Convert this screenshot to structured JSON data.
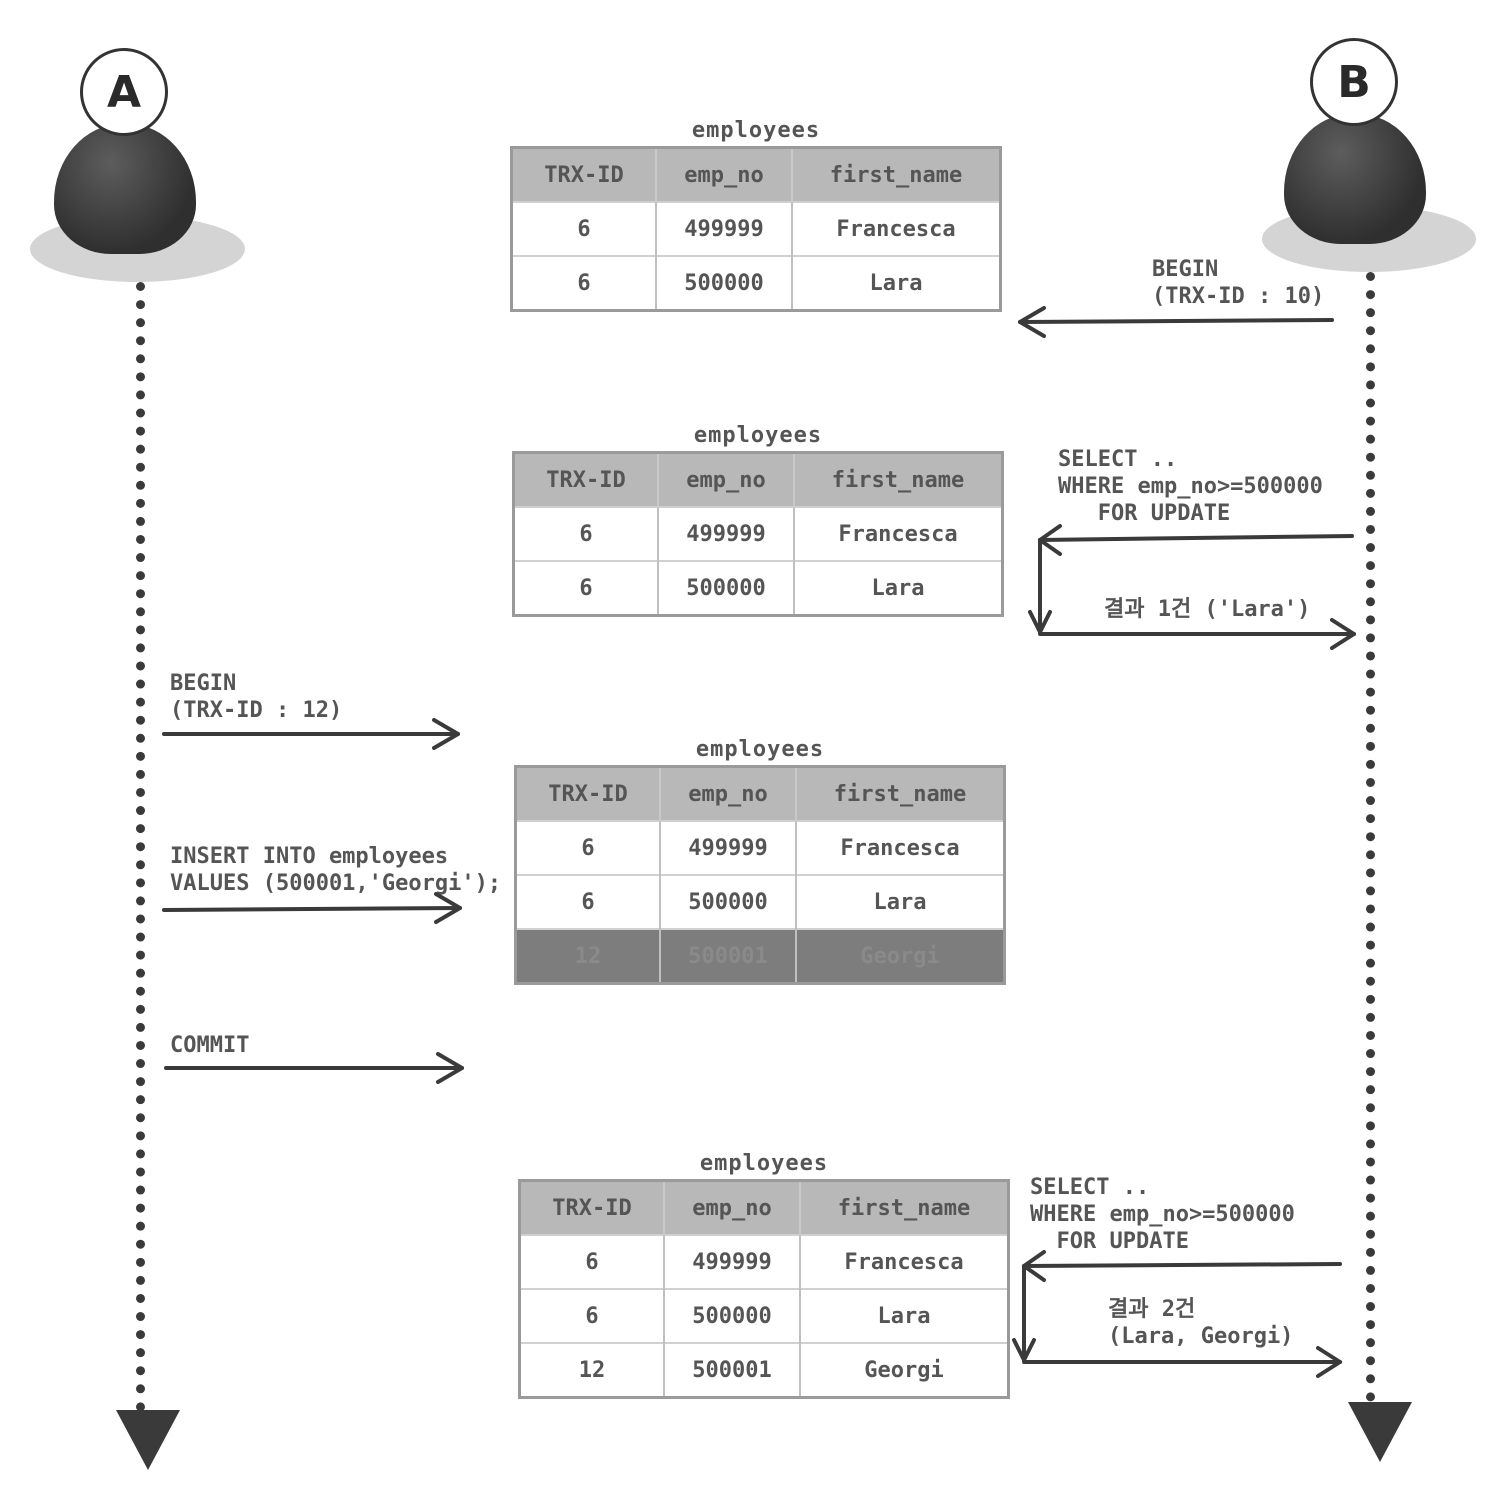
{
  "actors": {
    "a_label": "A",
    "b_label": "B"
  },
  "tables": [
    {
      "title": "employees",
      "headers": [
        "TRX-ID",
        "emp_no",
        "first_name"
      ],
      "rows": [
        [
          "6",
          "499999",
          "Francesca"
        ],
        [
          "6",
          "500000",
          "Lara"
        ]
      ]
    },
    {
      "title": "employees",
      "headers": [
        "TRX-ID",
        "emp_no",
        "first_name"
      ],
      "rows": [
        [
          "6",
          "499999",
          "Francesca"
        ],
        [
          "6",
          "500000",
          "Lara"
        ]
      ]
    },
    {
      "title": "employees",
      "headers": [
        "TRX-ID",
        "emp_no",
        "first_name"
      ],
      "rows": [
        [
          "6",
          "499999",
          "Francesca"
        ],
        [
          "6",
          "500000",
          "Lara"
        ],
        [
          "12",
          "500001",
          "Georgi"
        ]
      ]
    },
    {
      "title": "employees",
      "headers": [
        "TRX-ID",
        "emp_no",
        "first_name"
      ],
      "rows": [
        [
          "6",
          "499999",
          "Francesca"
        ],
        [
          "6",
          "500000",
          "Lara"
        ],
        [
          "12",
          "500001",
          "Georgi"
        ]
      ]
    }
  ],
  "messages": {
    "b_begin": [
      "BEGIN",
      "(TRX-ID : 10)"
    ],
    "b_select1": [
      "SELECT ..",
      "WHERE emp_no>=500000",
      "   FOR UPDATE"
    ],
    "b_result1": "결과 1건 ('Lara')",
    "a_begin": [
      "BEGIN",
      "(TRX-ID : 12)"
    ],
    "a_insert": [
      "INSERT INTO employees",
      "VALUES (500001,'Georgi');"
    ],
    "a_commit": "COMMIT",
    "b_select2": [
      "SELECT ..",
      "WHERE emp_no>=500000",
      "  FOR UPDATE"
    ],
    "b_result2": [
      "결과 2건",
      "(Lara, Georgi)"
    ]
  },
  "colors": {
    "line": "#3a3a3a",
    "header_gray": "#b8b8b8",
    "new_row_gray": "#7d7d7d"
  }
}
